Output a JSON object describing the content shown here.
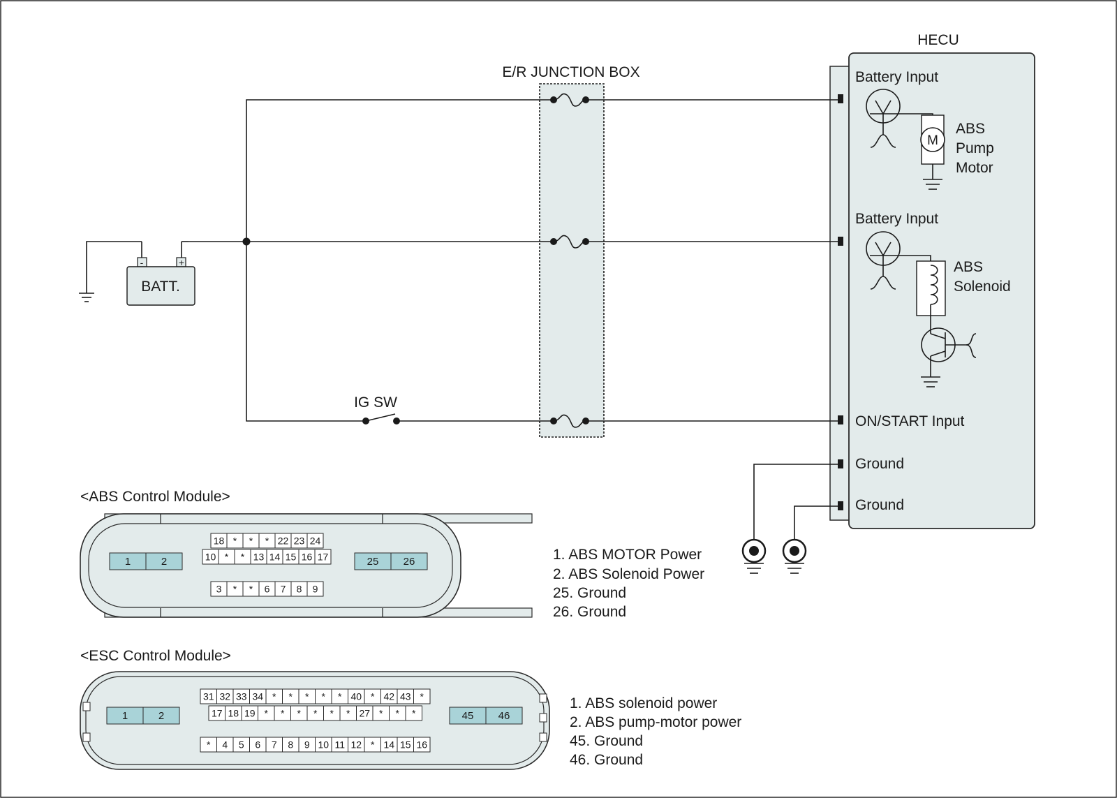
{
  "labels": {
    "hecu": "HECU",
    "junction_box": "E/R JUNCTION BOX",
    "battery": "BATT.",
    "battery_neg": "-",
    "battery_pos": "+",
    "ig_switch": "IG SW",
    "motor_symbol": "M"
  },
  "hecu_inputs": {
    "battery_input_1": "Battery Input",
    "battery_input_2": "Battery Input",
    "on_start": "ON/START Input",
    "ground_1": "Ground",
    "ground_2": "Ground"
  },
  "hecu_components": {
    "pump_motor": [
      "ABS",
      "Pump",
      "Motor"
    ],
    "solenoid": [
      "ABS",
      "Solenoid"
    ]
  },
  "abs_module": {
    "title": "<ABS Control Module>",
    "left_pins": [
      "1",
      "2"
    ],
    "right_pins": [
      "25",
      "26"
    ],
    "row_top": [
      "18",
      "*",
      "*",
      "*",
      "22",
      "23",
      "24"
    ],
    "row_mid": [
      "10",
      "*",
      "*",
      "13",
      "14",
      "15",
      "16",
      "17"
    ],
    "row_bottom": [
      "3",
      "*",
      "*",
      "6",
      "7",
      "8",
      "9"
    ],
    "legend": [
      "1. ABS MOTOR Power",
      "2. ABS Solenoid Power",
      "25. Ground",
      "26. Ground"
    ]
  },
  "esc_module": {
    "title": "<ESC Control Module>",
    "left_pins": [
      "1",
      "2"
    ],
    "right_pins": [
      "45",
      "46"
    ],
    "row_top": [
      "31",
      "32",
      "33",
      "34",
      "*",
      "*",
      "*",
      "*",
      "*",
      "40",
      "*",
      "42",
      "43",
      "*"
    ],
    "row_mid": [
      "17",
      "18",
      "19",
      "*",
      "*",
      "*",
      "*",
      "*",
      "*",
      "27",
      "*",
      "*",
      "*"
    ],
    "row_bottom": [
      "*",
      "4",
      "5",
      "6",
      "7",
      "8",
      "9",
      "10",
      "11",
      "12",
      "*",
      "14",
      "15",
      "16"
    ],
    "legend": [
      "1. ABS solenoid power",
      "2. ABS pump-motor power",
      "45. Ground",
      "46. Ground"
    ]
  },
  "colors": {
    "panel_fill": "#e3ebeb",
    "pin_highlight": "#a9d3d8",
    "line": "#1a1a1a"
  }
}
